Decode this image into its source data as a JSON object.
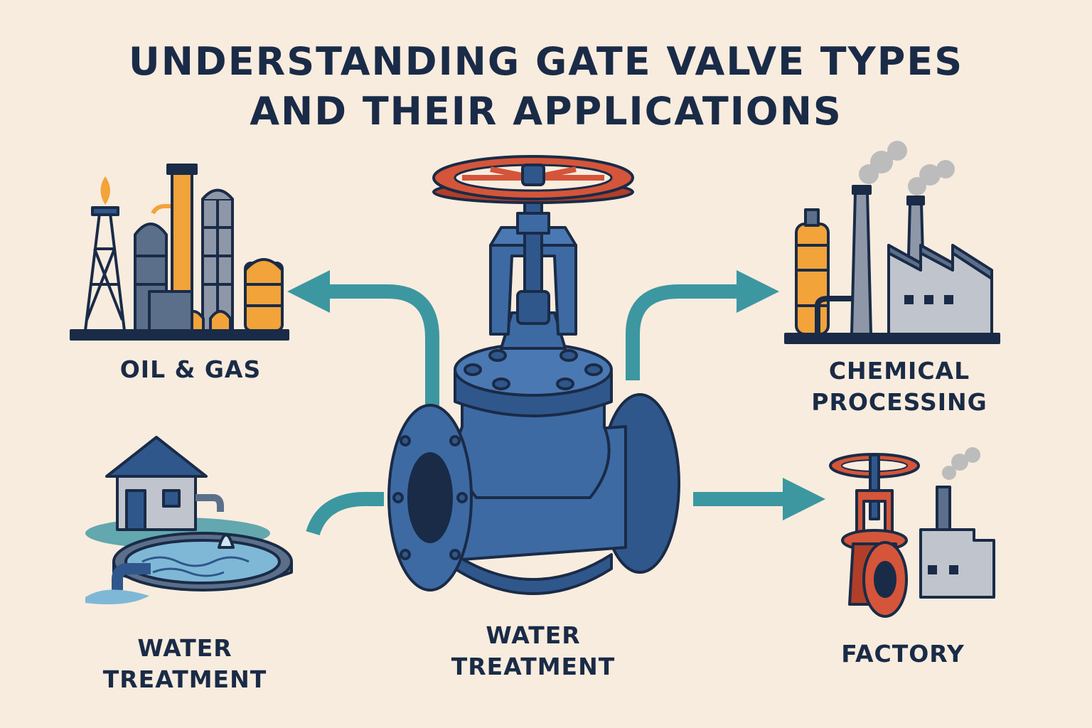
{
  "title": {
    "line1": "UNDERSTANDING GATE VALVE TYPES",
    "line2": "AND THEIR APPLICATIONS"
  },
  "applications": {
    "oil_gas": {
      "label": "OIL & GAS"
    },
    "chemical": {
      "line1": "CHEMICAL",
      "line2": "PROCESSING"
    },
    "water_left": {
      "line1": "WATER",
      "line2": "TREATMENT"
    },
    "water_center": {
      "line1": "WATER",
      "line2": "TREATMENT"
    },
    "factory": {
      "label": "FACTORY"
    }
  },
  "colors": {
    "background": "#f8ecde",
    "navy": "#1a2b47",
    "valve_blue": "#3d6aa3",
    "handwheel_red": "#d4553a",
    "arrow_teal": "#3c97a1",
    "industry_orange": "#f2a33a",
    "industry_gray": "#8d97a7"
  },
  "icons": [
    "gate-valve-icon",
    "refinery-icon",
    "chemical-plant-icon",
    "water-treatment-icon",
    "factory-icon",
    "arrow-icon"
  ]
}
